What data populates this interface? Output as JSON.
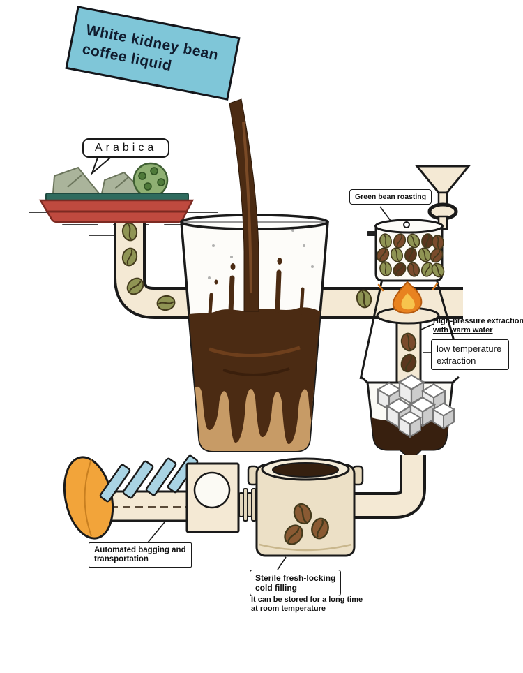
{
  "banner": {
    "line1": "White kidney bean",
    "line2": "coffee liquid"
  },
  "labels": {
    "arabica": "Arabica",
    "green_bean_roasting": "Green bean roasting",
    "high_pressure": {
      "line1": "High-pressure extraction",
      "line2": "with warm water"
    },
    "low_temperature": {
      "line1": "low temperature",
      "line2": "extraction"
    },
    "automated_bagging": {
      "line1": "Automated bagging and",
      "line2": "transportation"
    },
    "sterile_filling": {
      "line1": "Sterile fresh-locking",
      "line2": "cold filling"
    },
    "storage_note": {
      "line1": "It can be stored for a long time",
      "line2": "at room temperature"
    }
  },
  "palette": {
    "banner_blue": "#7fc6d8",
    "banner_text": "#101c2e",
    "coffee_dark": "#4b2b13",
    "coffee_light": "#c79b66",
    "pipe_cream": "#f4e9d4",
    "bean_olive": "#8f9454",
    "bean_brown": "#7a4b2c",
    "bean_dark": "#5a361e",
    "boat_red": "#bf4a3f",
    "deck_green": "#2f6b5e",
    "flame_orange": "#e8821f",
    "flame_yellow": "#f7c44d",
    "conveyor_orange": "#f2a43a",
    "packet_blue": "#a9d3e3",
    "ink": "#1a1a1a"
  }
}
